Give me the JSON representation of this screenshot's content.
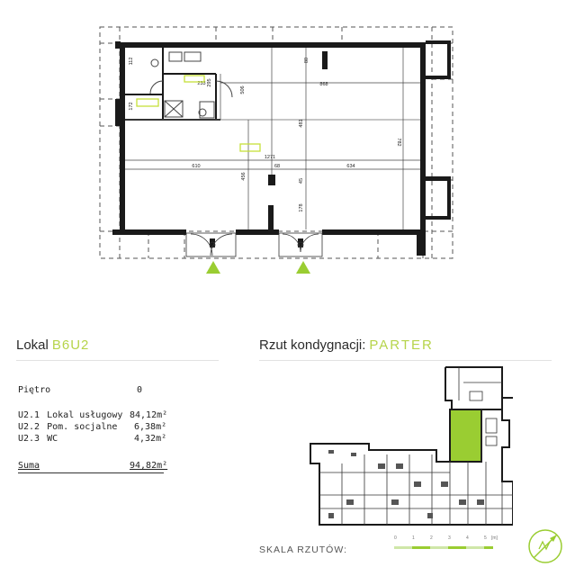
{
  "unit": {
    "label": "Lokal",
    "code": "B6U2"
  },
  "floor_plan": {
    "label": "Rzut kondygnacji:",
    "floor": "PARTER"
  },
  "info": {
    "floor_label": "Piętro",
    "floor_value": "0",
    "rooms": [
      {
        "code": "U2.1",
        "name": "Lokal usługowy",
        "area": "84,12m²"
      },
      {
        "code": "U2.2",
        "name": "Pom. socjalne",
        "area": "6,38m²"
      },
      {
        "code": "U2.3",
        "name": "WC",
        "area": "4,32m²"
      }
    ],
    "sum_label": "Suma",
    "sum_value": "94,82m²"
  },
  "scale": {
    "label": "SKALA RZUTÓW:",
    "ticks": [
      "0",
      "1",
      "2",
      "3",
      "4",
      "5",
      "[m]"
    ]
  },
  "plan_dimensions": {
    "d610": "610",
    "d634": "634",
    "d1271": "1271",
    "d868": "868",
    "d782": "782",
    "d456": "456",
    "d481": "481",
    "d506": "506",
    "d233": "233",
    "d178": "178",
    "d172": "172",
    "d112": "112",
    "d295": "295",
    "d68": "68",
    "d45": "45",
    "d80": "80"
  },
  "colors": {
    "accent": "#9acd32",
    "label_box": "#c5e03a",
    "wall": "#1a1a1a",
    "text": "#222222"
  }
}
